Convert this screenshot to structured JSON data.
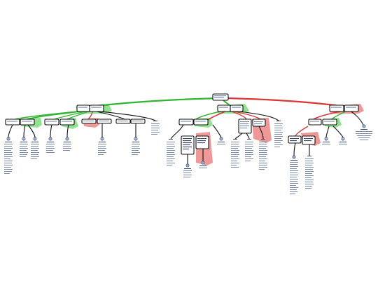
{
  "diagram": {
    "type": "tree",
    "legible_text": false,
    "branch_colors": {
      "approve": "#31b531",
      "oppose": "#d93535",
      "neutral": "#111111"
    },
    "root": {
      "label": ""
    },
    "branches": [
      {
        "color": "approve",
        "children": 8
      },
      {
        "color": "approve",
        "children": 6
      },
      {
        "color": "oppose",
        "children": 3
      }
    ]
  }
}
